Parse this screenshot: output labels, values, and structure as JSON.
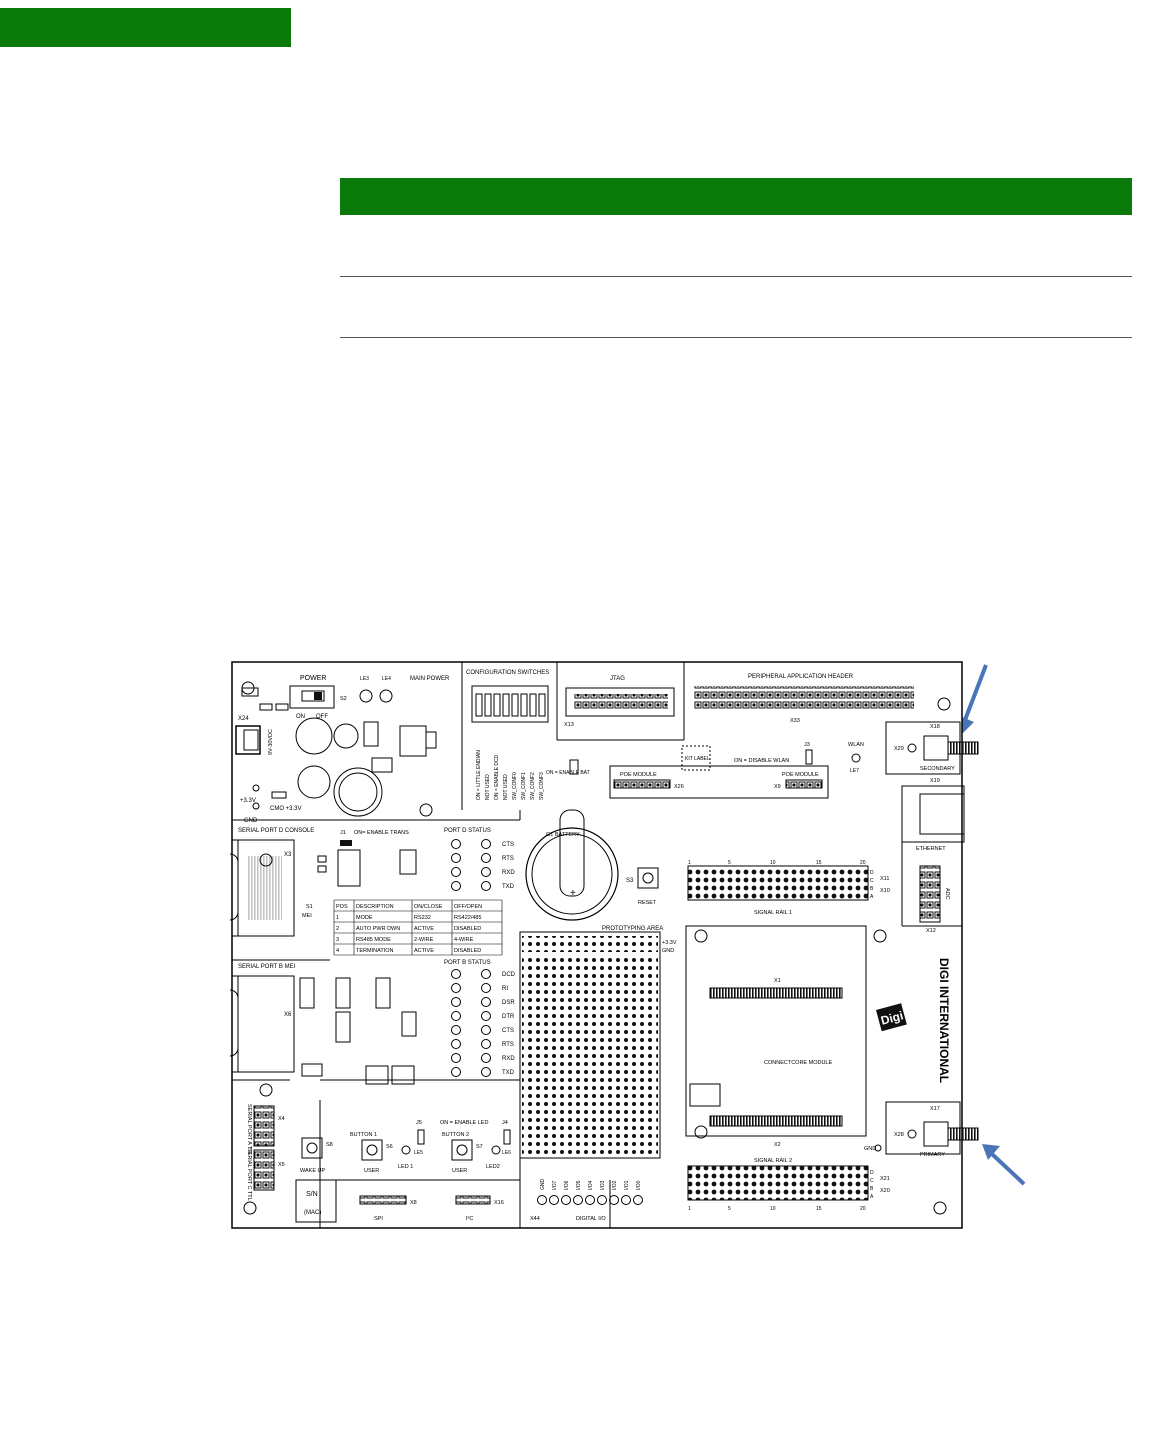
{
  "board": {
    "labels": {
      "power": "POWER",
      "main_power": "MAIN POWER",
      "config_switches": "CONFIGURATION SWITCHES",
      "jtag": "JTAG",
      "peripheral_header": "PERIPHERAL APPLICATION HEADER",
      "x13": "X13",
      "x33": "X33",
      "x18": "X18",
      "x29": "X29",
      "secondary": "SECONDARY",
      "x24": "X24",
      "on": "ON",
      "off": "OFF",
      "s2": "S2",
      "le3": "LE3",
      "le4": "LE4",
      "vdc": "9V-30VDC",
      "cmo": "CMO +3.3V",
      "gnd": "GND",
      "plus33": "+3.3V",
      "kit_label": "KIT LABEL",
      "disable_wlan": "ON = DISABLE WLAN",
      "j3": "J3",
      "wlan": "WLAN",
      "le7": "LE7",
      "x19": "X19",
      "poe_module": "POE MODULE",
      "x26": "X26",
      "x9": "X9",
      "enable_bat": "ON = ENABLE BAT",
      "g1_battery": "G1 BATTERY",
      "ethernet": "ETHERNET",
      "serial_port_d": "SERIAL PORT D CONSOLE",
      "x3": "X3",
      "j1": "J1",
      "enable_trans": "ON= ENABLE TRANS",
      "port_d_status": "PORT D STATUS",
      "cts": "CTS",
      "rts": "RTS",
      "rxd": "RXD",
      "txd": "TXD",
      "s3": "S3",
      "reset": "RESET",
      "signal_rail_1": "SIGNAL RAIL 1",
      "x11": "X11",
      "x10": "X10",
      "adc": "ADC",
      "x12": "X12",
      "s1": "S1",
      "mei": "MEI",
      "prototyping_area": "PROTOTYPING AREA",
      "serial_port_b": "SERIAL PORT B MEI",
      "x6": "X6",
      "port_b_status": "PORT B STATUS",
      "dcd": "DCD",
      "ri": "RI",
      "dsr": "DSR",
      "dtr": "DTR",
      "x1": "X1",
      "digi_international": "DIGI INTERNATIONAL",
      "digi_logo": "Digi",
      "connectcore": "CONNECTCORE MODULE",
      "x2": "X2",
      "x17": "X17",
      "x28": "X28",
      "primary": "PRIMARY",
      "x4": "X4",
      "serial_port_attl": "SERIAL PORT A TTL",
      "serial_port_cttl": "SERIAL PORT C TTL",
      "x5": "X5",
      "s8": "S8",
      "wake_up": "WAKE UP",
      "on_enable_led": "ON = ENABLE LED",
      "button1": "BUTTON 1",
      "button2": "BUTTON 2",
      "s6": "S6",
      "s7": "S7",
      "j5": "J5",
      "j4": "J4",
      "le5": "LE5",
      "le6": "LE6",
      "user": "USER",
      "led1": "LED 1",
      "led2": "LED2",
      "signal_rail_2": "SIGNAL RAIL 2",
      "x21": "X21",
      "x20": "X20",
      "sn": "S/N",
      "mac": "(MAC)",
      "x8": "X8",
      "spi": "SPI",
      "x16": "X16",
      "i2c": "I²C",
      "x44": "X44",
      "digital_io": "DIGITAL I/O",
      "gnd_io": "GND",
      "plus33_proto": "+3.3V",
      "gnd_proto": "GND",
      "rail_a": "A",
      "rail_b": "B",
      "rail_c": "C",
      "rail_d": "D",
      "n1": "1",
      "n5": "5",
      "n10": "10",
      "n15": "15",
      "n20": "20"
    },
    "config_switch_labels": [
      "ON = LITTLE ENDIAN",
      "NOT USED",
      "ON = ENABLE DCD",
      "NOT USED",
      "SW_CONF0",
      "SW_CONF1",
      "SW_CONF2",
      "SW_CONF3"
    ],
    "digital_io_labels": [
      "GND",
      "I/O7",
      "I/O6",
      "I/O5",
      "I/O4",
      "I/O3",
      "I/O2",
      "I/O1",
      "I/O0"
    ],
    "mei_table": {
      "headers": [
        "POS",
        "DESCRIPTION",
        "ON/CLOSE",
        "OFF/OPEN"
      ],
      "rows": [
        [
          "1",
          "MODE",
          "RS232",
          "RS422/485"
        ],
        [
          "2",
          "AUTO PWR DWN",
          "ACTIVE",
          "DISABLED"
        ],
        [
          "3",
          "RS485 MODE",
          "2-WIRE",
          "4-WIRE"
        ],
        [
          "4",
          "TERMINATION",
          "ACTIVE",
          "DISABLED"
        ]
      ]
    }
  },
  "colors": {
    "green": "#0a7a0a",
    "arrow": "#4a74b8"
  }
}
